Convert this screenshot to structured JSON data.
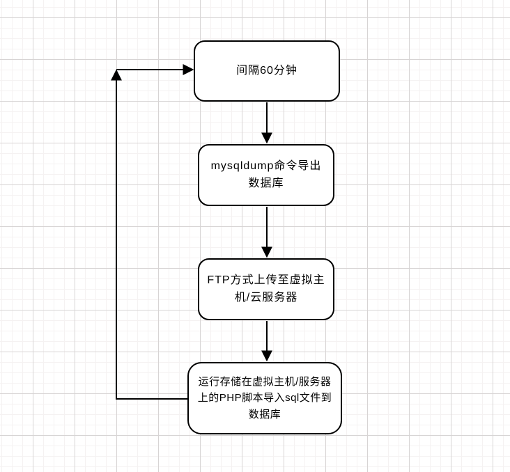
{
  "canvas": {
    "background_color": "#ffffff",
    "grid_minor_color": "#f5f2f2",
    "grid_major_color": "#d7d4d4"
  },
  "flowchart": {
    "stroke_color": "#000000",
    "node_fill_color": "#ffffff",
    "text_color": "#000000",
    "nodes": [
      {
        "id": "interval",
        "label": "间隔60分钟"
      },
      {
        "id": "mysqldump",
        "label": "mysqldump命令导出数据库"
      },
      {
        "id": "ftp-upload",
        "label": "FTP方式上传至虚拟主机/云服务器"
      },
      {
        "id": "php-import",
        "label": "运行存储在虚拟主机/服务器上的PHP脚本导入sql文件到数据库"
      }
    ],
    "edges": [
      {
        "from": "interval",
        "to": "mysqldump",
        "direction": "down"
      },
      {
        "from": "mysqldump",
        "to": "ftp-upload",
        "direction": "down"
      },
      {
        "from": "ftp-upload",
        "to": "php-import",
        "direction": "down"
      },
      {
        "from": "php-import",
        "to": "interval",
        "direction": "left-up-right-loop"
      }
    ]
  }
}
